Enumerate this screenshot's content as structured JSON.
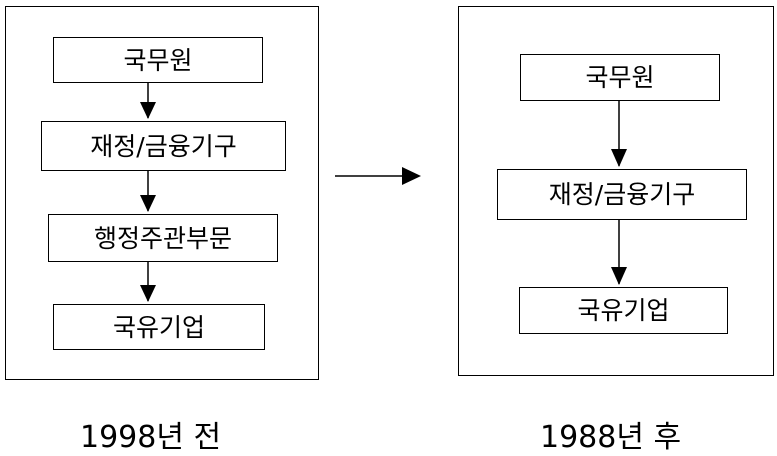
{
  "before": {
    "caption": "1998년 전",
    "boxes": [
      "국무원",
      "재정/금융기구",
      "행정주관부문",
      "국유기업"
    ]
  },
  "after": {
    "caption": "1988년 후",
    "boxes": [
      "국무원",
      "재정/금융기구",
      "국유기업"
    ]
  }
}
